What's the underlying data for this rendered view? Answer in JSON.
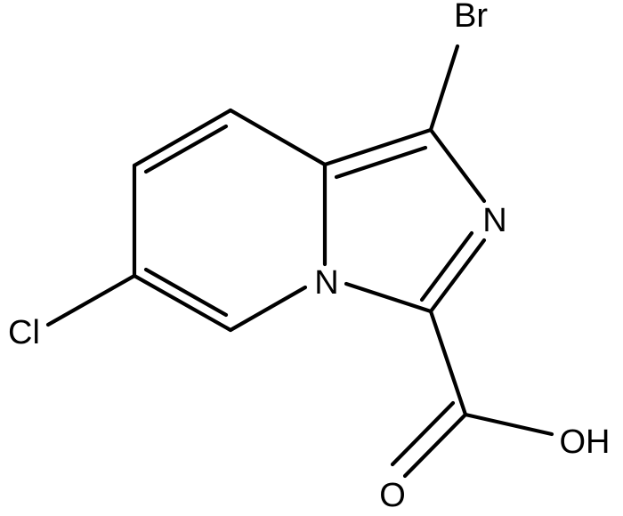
{
  "atoms": {
    "br": "Br",
    "n_imid": "N",
    "n_bridge": "N",
    "cl": "Cl",
    "oh": "OH",
    "o": "O"
  },
  "colors": {
    "bond": "#000000",
    "label": "#000000",
    "background": "#ffffff"
  }
}
